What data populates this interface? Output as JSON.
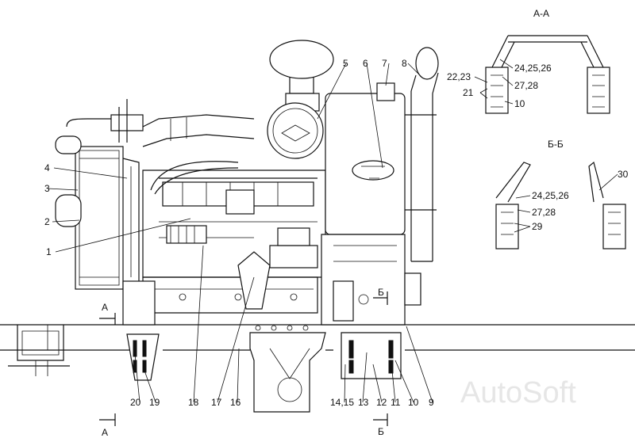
{
  "sections": {
    "aa_title": "А-А",
    "bb_title": "Б-Б",
    "a_mark": "А",
    "b_mark": "Б"
  },
  "callouts": {
    "c1": "1",
    "c2": "2",
    "c3": "3",
    "c4": "4",
    "c5": "5",
    "c6": "6",
    "c7": "7",
    "c8": "8",
    "c9": "9",
    "c10": "10",
    "c11": "11",
    "c12": "12",
    "c13": "13",
    "c1415": "14,15",
    "c16": "16",
    "c17": "17",
    "c18": "18",
    "c19": "19",
    "c20": "20",
    "aa_2223": "22,23",
    "aa_21": "21",
    "aa_242526": "24,25,26",
    "aa_2728": "27,28",
    "aa_10": "10",
    "bb_242526": "24,25,26",
    "bb_2728": "27,28",
    "bb_29": "29",
    "bb_30": "30"
  },
  "watermark": "AutoSoft"
}
